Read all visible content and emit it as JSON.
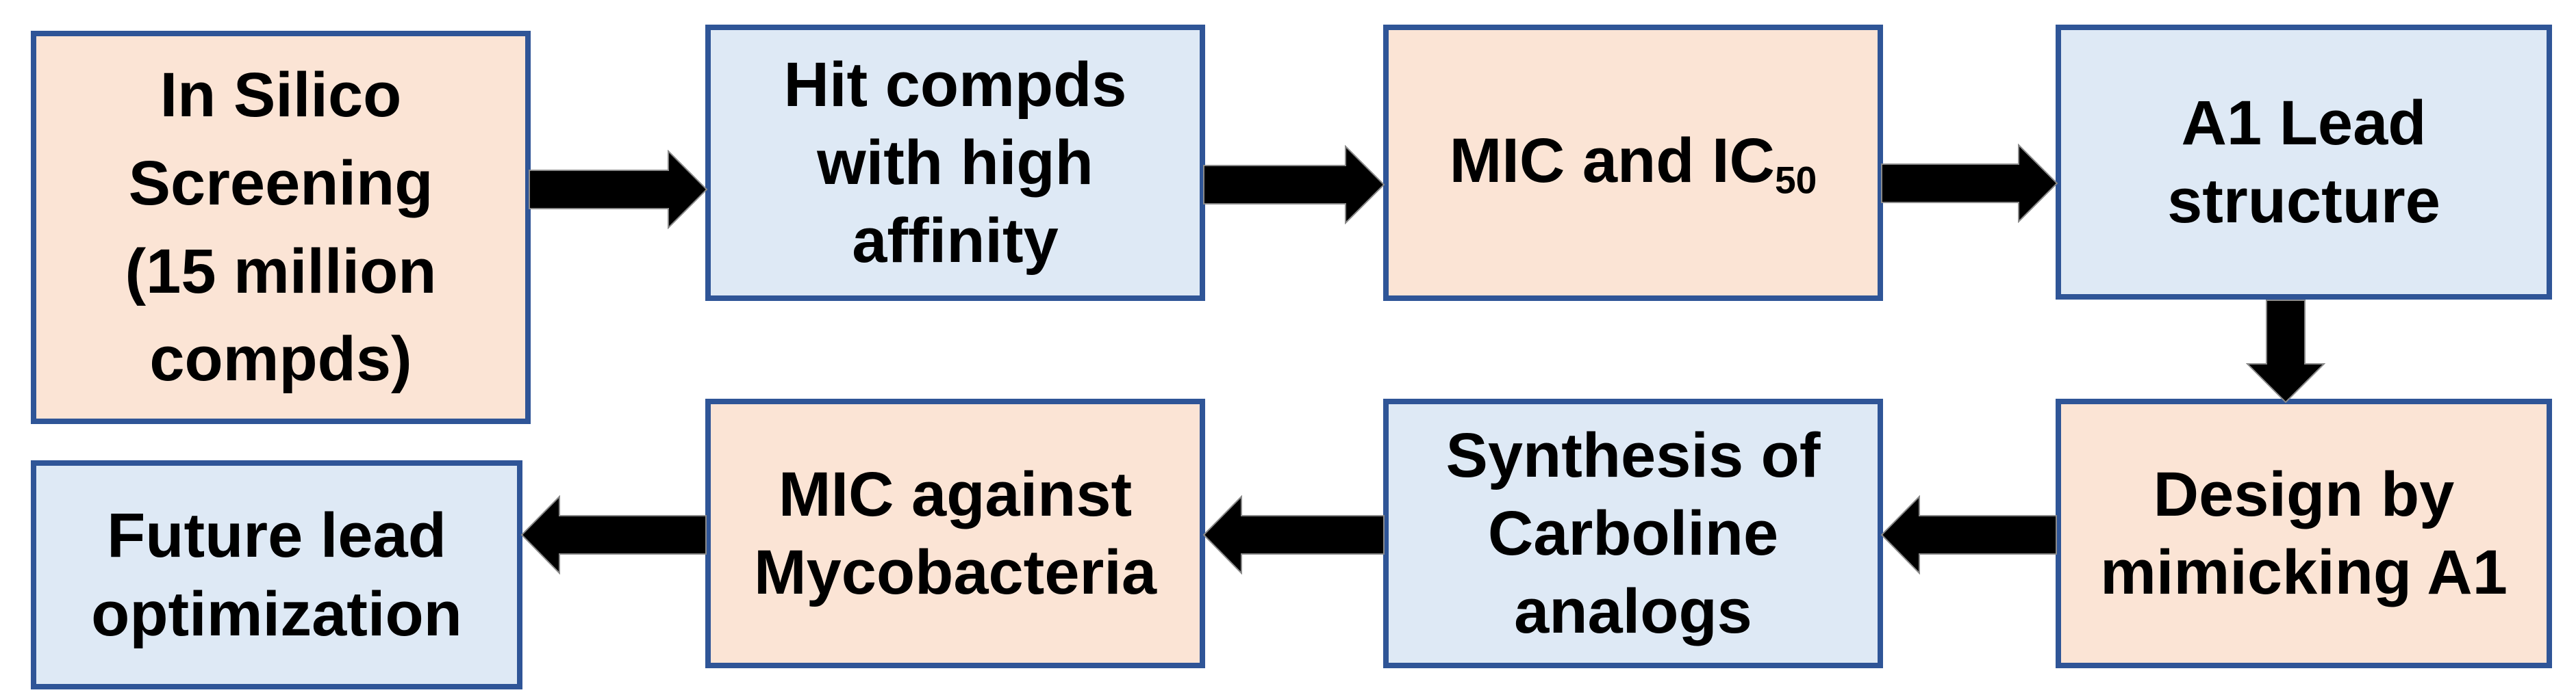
{
  "diagram": {
    "title": "Lead discovery workflow flowchart",
    "colors": {
      "box_fill_peach": "#FBE4D5",
      "box_fill_blue": "#DEE9F5",
      "box_border": "#2F5597",
      "arrow_fill": "#000000",
      "arrow_outline": "#8a8a8a",
      "text": "#000000",
      "background": "#ffffff"
    },
    "boxes": [
      {
        "id": "in-silico-screening",
        "label": "In Silico\nScreening\n(15 million\ncompds)",
        "fill": "peach"
      },
      {
        "id": "hit-compds",
        "label": "Hit compds\nwith high\naffinity",
        "fill": "blue"
      },
      {
        "id": "mic-ic50",
        "label": "MIC and IC",
        "sub": "50",
        "fill": "peach"
      },
      {
        "id": "a1-lead-structure",
        "label": "A1 Lead\nstructure",
        "fill": "blue"
      },
      {
        "id": "design-mimicking-a1",
        "label": "Design by\nmimicking A1",
        "fill": "peach"
      },
      {
        "id": "synthesis-carboline",
        "label": "Synthesis of\nCarboline\nanalogs",
        "fill": "blue"
      },
      {
        "id": "mic-mycobacteria",
        "label": "MIC against\nMycobacteria",
        "fill": "peach"
      },
      {
        "id": "future-lead-opt",
        "label": "Future lead\noptimization",
        "fill": "blue"
      }
    ],
    "arrows": [
      {
        "from": "in-silico-screening",
        "to": "hit-compds",
        "direction": "right"
      },
      {
        "from": "hit-compds",
        "to": "mic-ic50",
        "direction": "right"
      },
      {
        "from": "mic-ic50",
        "to": "a1-lead-structure",
        "direction": "right"
      },
      {
        "from": "a1-lead-structure",
        "to": "design-mimicking-a1",
        "direction": "down"
      },
      {
        "from": "design-mimicking-a1",
        "to": "synthesis-carboline",
        "direction": "left"
      },
      {
        "from": "synthesis-carboline",
        "to": "mic-mycobacteria",
        "direction": "left"
      },
      {
        "from": "mic-mycobacteria",
        "to": "future-lead-opt",
        "direction": "left"
      }
    ]
  }
}
